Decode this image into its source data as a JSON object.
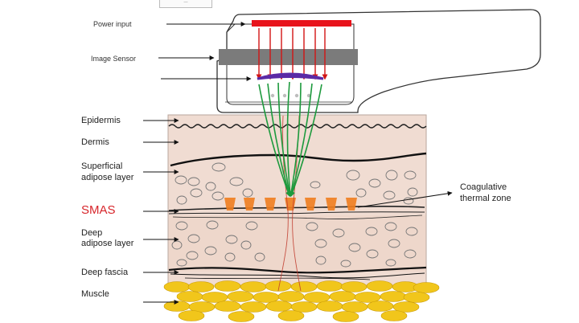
{
  "top_tab": {
    "label": "—"
  },
  "device": {
    "labels": {
      "power_input": "Power input",
      "image_sensor": "Image Sensor"
    },
    "colors": {
      "power_bar": "#e8131b",
      "sensor_bar": "#7b7b7b",
      "arrows": "#d21414",
      "lens": "#5b2aa6",
      "beams": "#1d9a3d"
    }
  },
  "tissue": {
    "layers": {
      "epidermis": "Epidermis",
      "dermis": "Dermis",
      "superficial_adipose": [
        "Superficial",
        "adipose layer"
      ],
      "smas": "SMAS",
      "deep_adipose": [
        "Deep",
        "adipose layer"
      ],
      "deep_fascia": "Deep fascia",
      "muscle": "Muscle"
    },
    "annotation": [
      "Coagulative",
      "thermal zone"
    ],
    "colors": {
      "skin": "#f0dcd2",
      "thermal_marks": "#f07d1e",
      "muscle": "#f1c61b",
      "smas_label": "#d7262b"
    }
  }
}
